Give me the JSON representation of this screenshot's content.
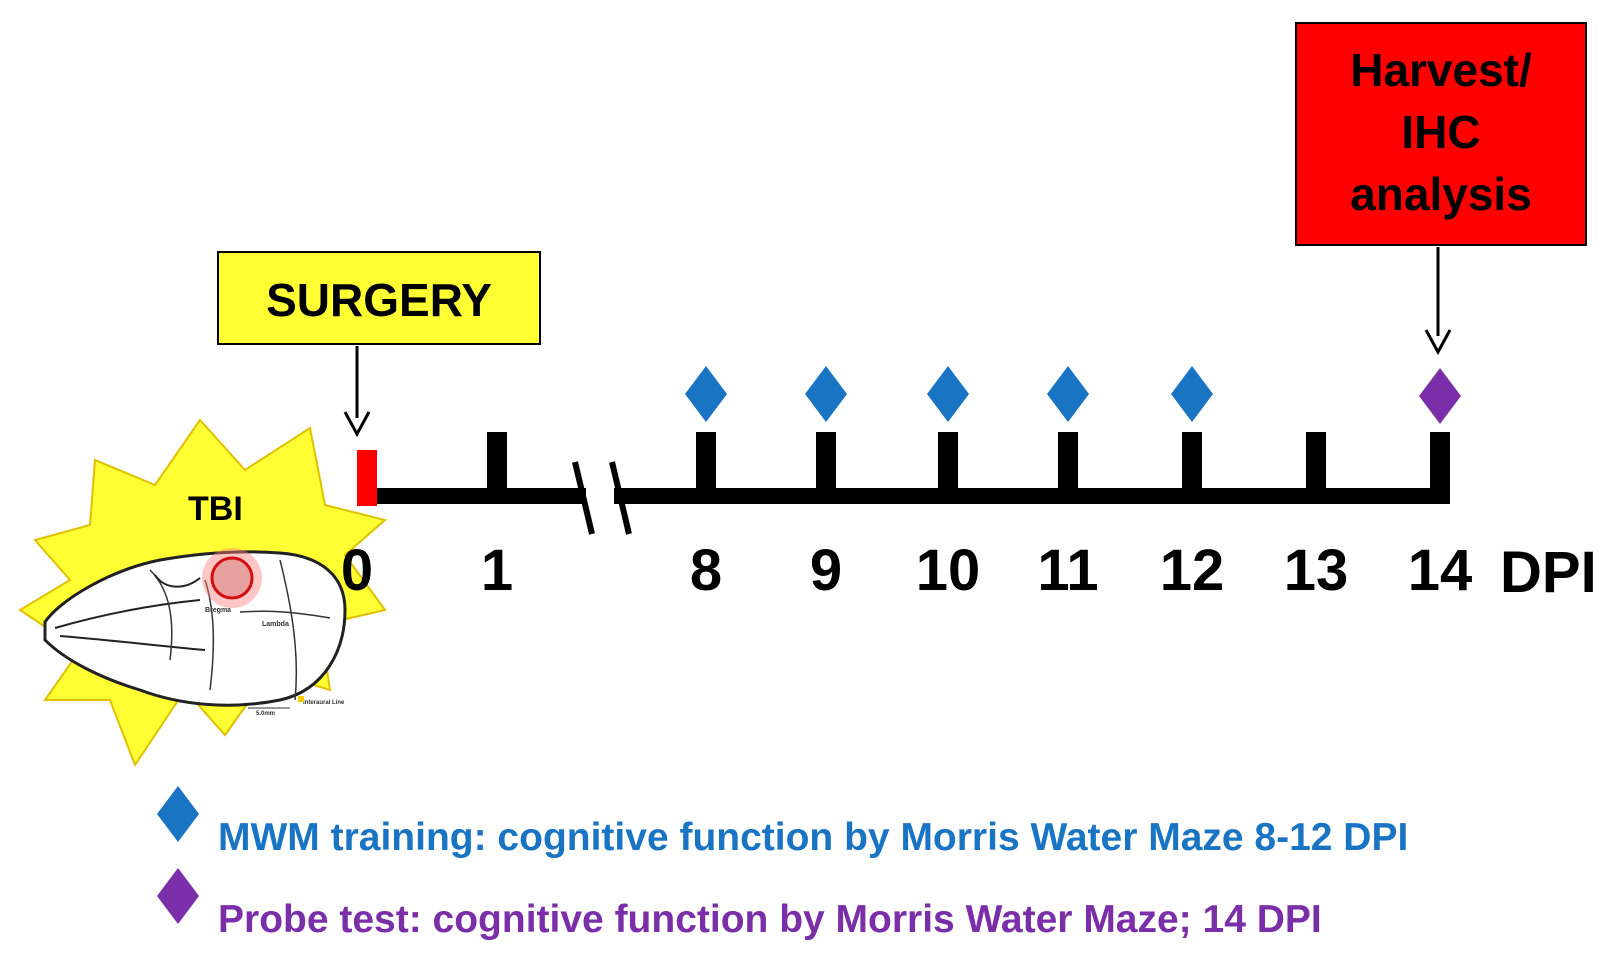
{
  "labels": {
    "tbi": "TBI",
    "surgery": "SURGERY",
    "harvest_lines": [
      "Harvest/",
      "IHC",
      "analysis"
    ],
    "unit": "DPI"
  },
  "timeline": {
    "ticks": [
      "0",
      "1",
      "8",
      "9",
      "10",
      "11",
      "12",
      "13",
      "14"
    ],
    "surgery_tick": "0",
    "mwm_training_days": [
      "8",
      "9",
      "10",
      "11",
      "12"
    ],
    "probe_test_day": "14",
    "harvest_day": "14",
    "axis_break_between": [
      "1",
      "8"
    ]
  },
  "legend": [
    {
      "marker": "diamond",
      "color": "#1a74c4",
      "text": "MWM training: cognitive function by Morris Water Maze 8-12 DPI"
    },
    {
      "marker": "diamond",
      "color": "#7a2ea8",
      "text": "Probe test: cognitive function by Morris Water Maze; 14 DPI"
    }
  ],
  "skull_annotations": [
    "Bregma",
    "Lambda",
    "Interaural Line",
    "5.0mm"
  ],
  "colors": {
    "surgery_box": "#ffff33",
    "harvest_box": "#ff0000",
    "surgery_tick": "#ff0000",
    "training_marker": "#1a74c4",
    "probe_marker": "#7a2ea8",
    "burst": "#ffff33",
    "injury": "#e03030",
    "axis": "#000000"
  }
}
